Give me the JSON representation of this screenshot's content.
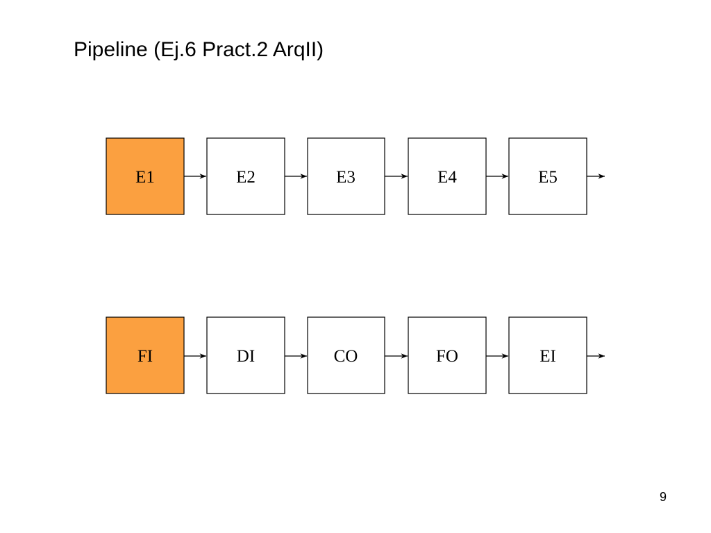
{
  "slide": {
    "title": "Pipeline (Ej.6 Pract.2 ArqII)",
    "page_number": "9"
  },
  "pipelines": [
    {
      "stages": [
        {
          "label": "E1",
          "highlighted": true
        },
        {
          "label": "E2",
          "highlighted": false
        },
        {
          "label": "E3",
          "highlighted": false
        },
        {
          "label": "E4",
          "highlighted": false
        },
        {
          "label": "E5",
          "highlighted": false
        }
      ]
    },
    {
      "stages": [
        {
          "label": "FI",
          "highlighted": true
        },
        {
          "label": "DI",
          "highlighted": false
        },
        {
          "label": "CO",
          "highlighted": false
        },
        {
          "label": "FO",
          "highlighted": false
        },
        {
          "label": "EI",
          "highlighted": false
        }
      ]
    }
  ],
  "colors": {
    "highlight_fill": "#FBA040",
    "normal_fill": "#FFFFFF",
    "stroke": "#000000"
  }
}
